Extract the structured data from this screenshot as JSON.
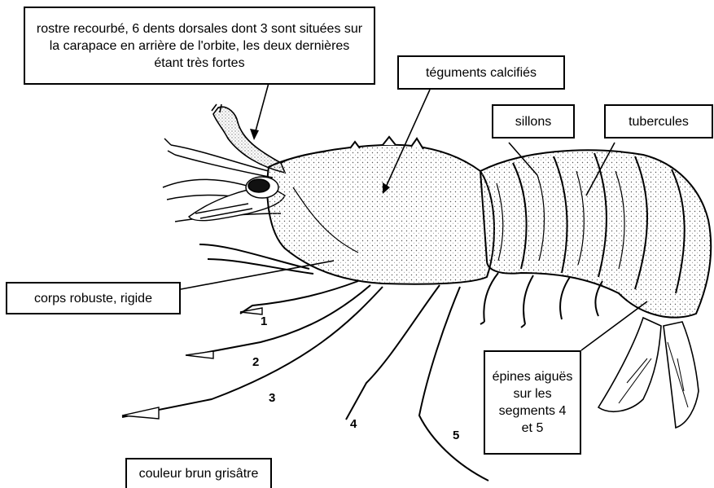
{
  "labels": {
    "rostre": "rostre recourbé, 6 dents dorsales dont 3 sont situées sur la carapace en arrière de l'orbite, les deux dernières étant très fortes",
    "teguments": "téguments calcifiés",
    "sillons": "sillons",
    "tubercules": "tubercules",
    "corps": "corps robuste, rigide",
    "epines": "épines aiguës sur les segments 4 et 5",
    "couleur": "couleur brun grisâtre"
  },
  "leg_numbers": [
    "1",
    "2",
    "3",
    "4",
    "5"
  ],
  "colors": {
    "ink": "#000000",
    "background": "#ffffff",
    "stipple": "#555555"
  }
}
